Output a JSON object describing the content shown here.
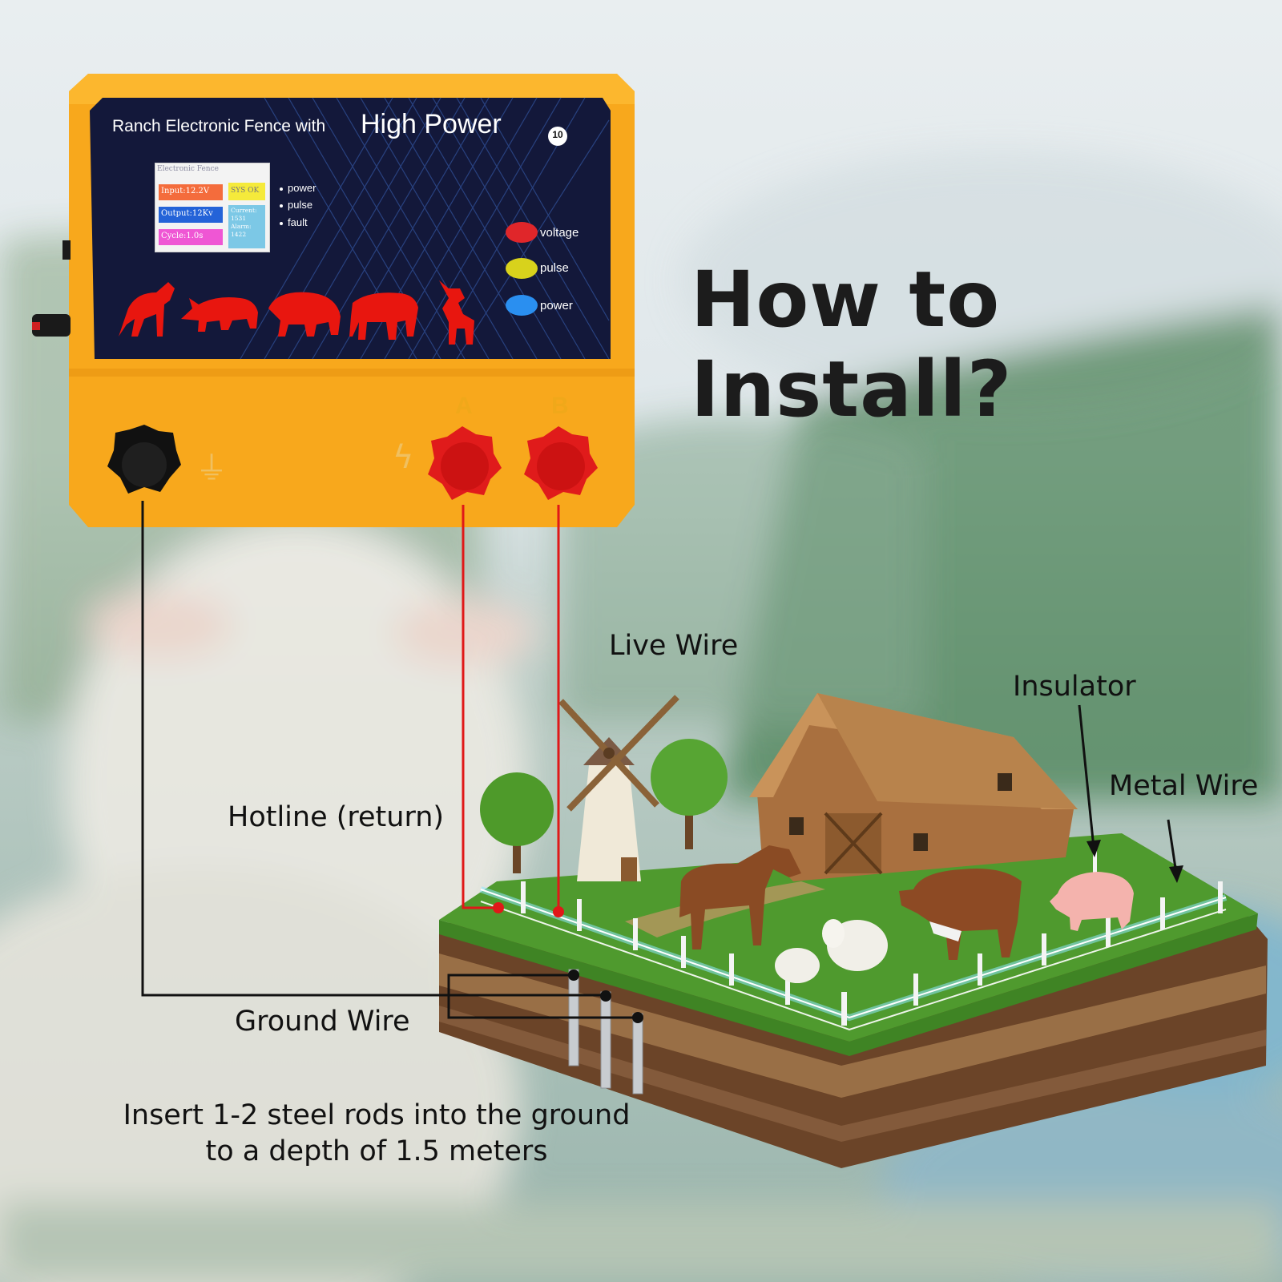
{
  "heading": "How to Install?",
  "device": {
    "brand_text": "Ranch Electronic Fence with",
    "brand_emphasis": "High Power",
    "badge": "10",
    "lcd": {
      "header": "Electronic Fence",
      "input": "Input:12.2V",
      "output": "Output:12Kv",
      "cycle": "Cycle:1.0s",
      "status": "SYS OK",
      "current_label": "Current:",
      "current_value": "1531",
      "alarm_label": "Alarm:",
      "alarm_value": "1422"
    },
    "status_labels": [
      "power",
      "pulse",
      "fault"
    ],
    "indicators": [
      {
        "label": "voltage",
        "color": "#e0262a"
      },
      {
        "label": "pulse",
        "color": "#d8d21c"
      },
      {
        "label": "power",
        "color": "#2a8ff0"
      }
    ],
    "port_a": "A",
    "port_b": "B",
    "ground_symbol": "⏚",
    "lightning_symbol": "ϟ"
  },
  "labels": {
    "live_wire": "Live Wire",
    "hotline": "Hotline (return)",
    "ground_wire": "Ground Wire",
    "insulator": "Insulator",
    "metal_wire": "Metal Wire",
    "instruction_line1": "Insert 1-2 steel rods into the ground",
    "instruction_line2": "to a depth of 1.5 meters"
  },
  "colors": {
    "device_body": "#f8a81c",
    "panel": "#13183a",
    "live_wire": "#e01818",
    "ground_wire": "#111111",
    "animal_icons": "#e8160f"
  },
  "icons": [
    "horse-icon",
    "rhino-icon",
    "boar-icon",
    "cow-icon",
    "goat-icon",
    "knob-icon",
    "windmill-icon",
    "barn-icon"
  ]
}
